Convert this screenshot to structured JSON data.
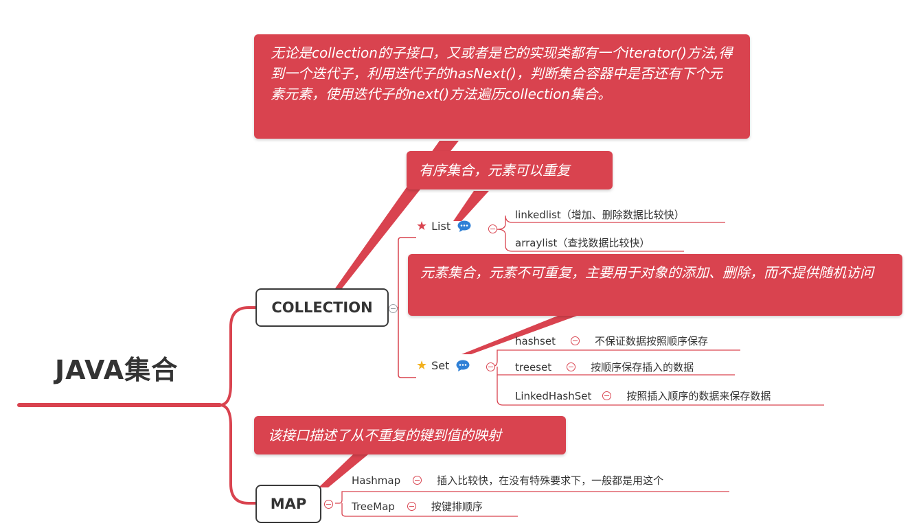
{
  "root": {
    "title": "JAVA集合"
  },
  "collection": {
    "label": "COLLECTION",
    "note": "无论是collection的子接口，又或者是它的实现类都有一个iterator()方法,得到一个迭代子，利用迭代子的hasNext()，判断集合容器中是否还有下个元素元素，使用迭代子的next()方法遍历collection集合。",
    "list": {
      "label": "List",
      "note": "有序集合，元素可以重复",
      "items": [
        {
          "text": "linkedlist（增加、删除数据比较快）"
        },
        {
          "text": "arraylist（查找数据比较快）"
        }
      ]
    },
    "set": {
      "label": "Set",
      "note": "元素集合，元素不可重复，主要用于对象的添加、删除，而不提供随机访问",
      "items": [
        {
          "name": "hashset",
          "desc": "不保证数据按照顺序保存"
        },
        {
          "name": "treeset",
          "desc": "按顺序保存插入的数据"
        },
        {
          "name": "LinkedHashSet",
          "desc": "按照插入顺序的数据来保存数据"
        }
      ]
    }
  },
  "map": {
    "label": "MAP",
    "note": "该接口描述了从不重复的键到值的映射",
    "items": [
      {
        "name": "Hashmap",
        "desc": "插入比较快，在没有特殊要求下，一般都是用这个"
      },
      {
        "name": "TreeMap",
        "desc": "按键排顺序"
      }
    ]
  },
  "colors": {
    "accent": "#d9434f",
    "list_star": "#d9434f",
    "set_star": "#f2b01e",
    "comment": "#2f80d6"
  },
  "icons": {
    "list_star": "star-icon",
    "set_star": "star-icon",
    "comment": "comment-icon",
    "collapse": "collapse-icon"
  }
}
